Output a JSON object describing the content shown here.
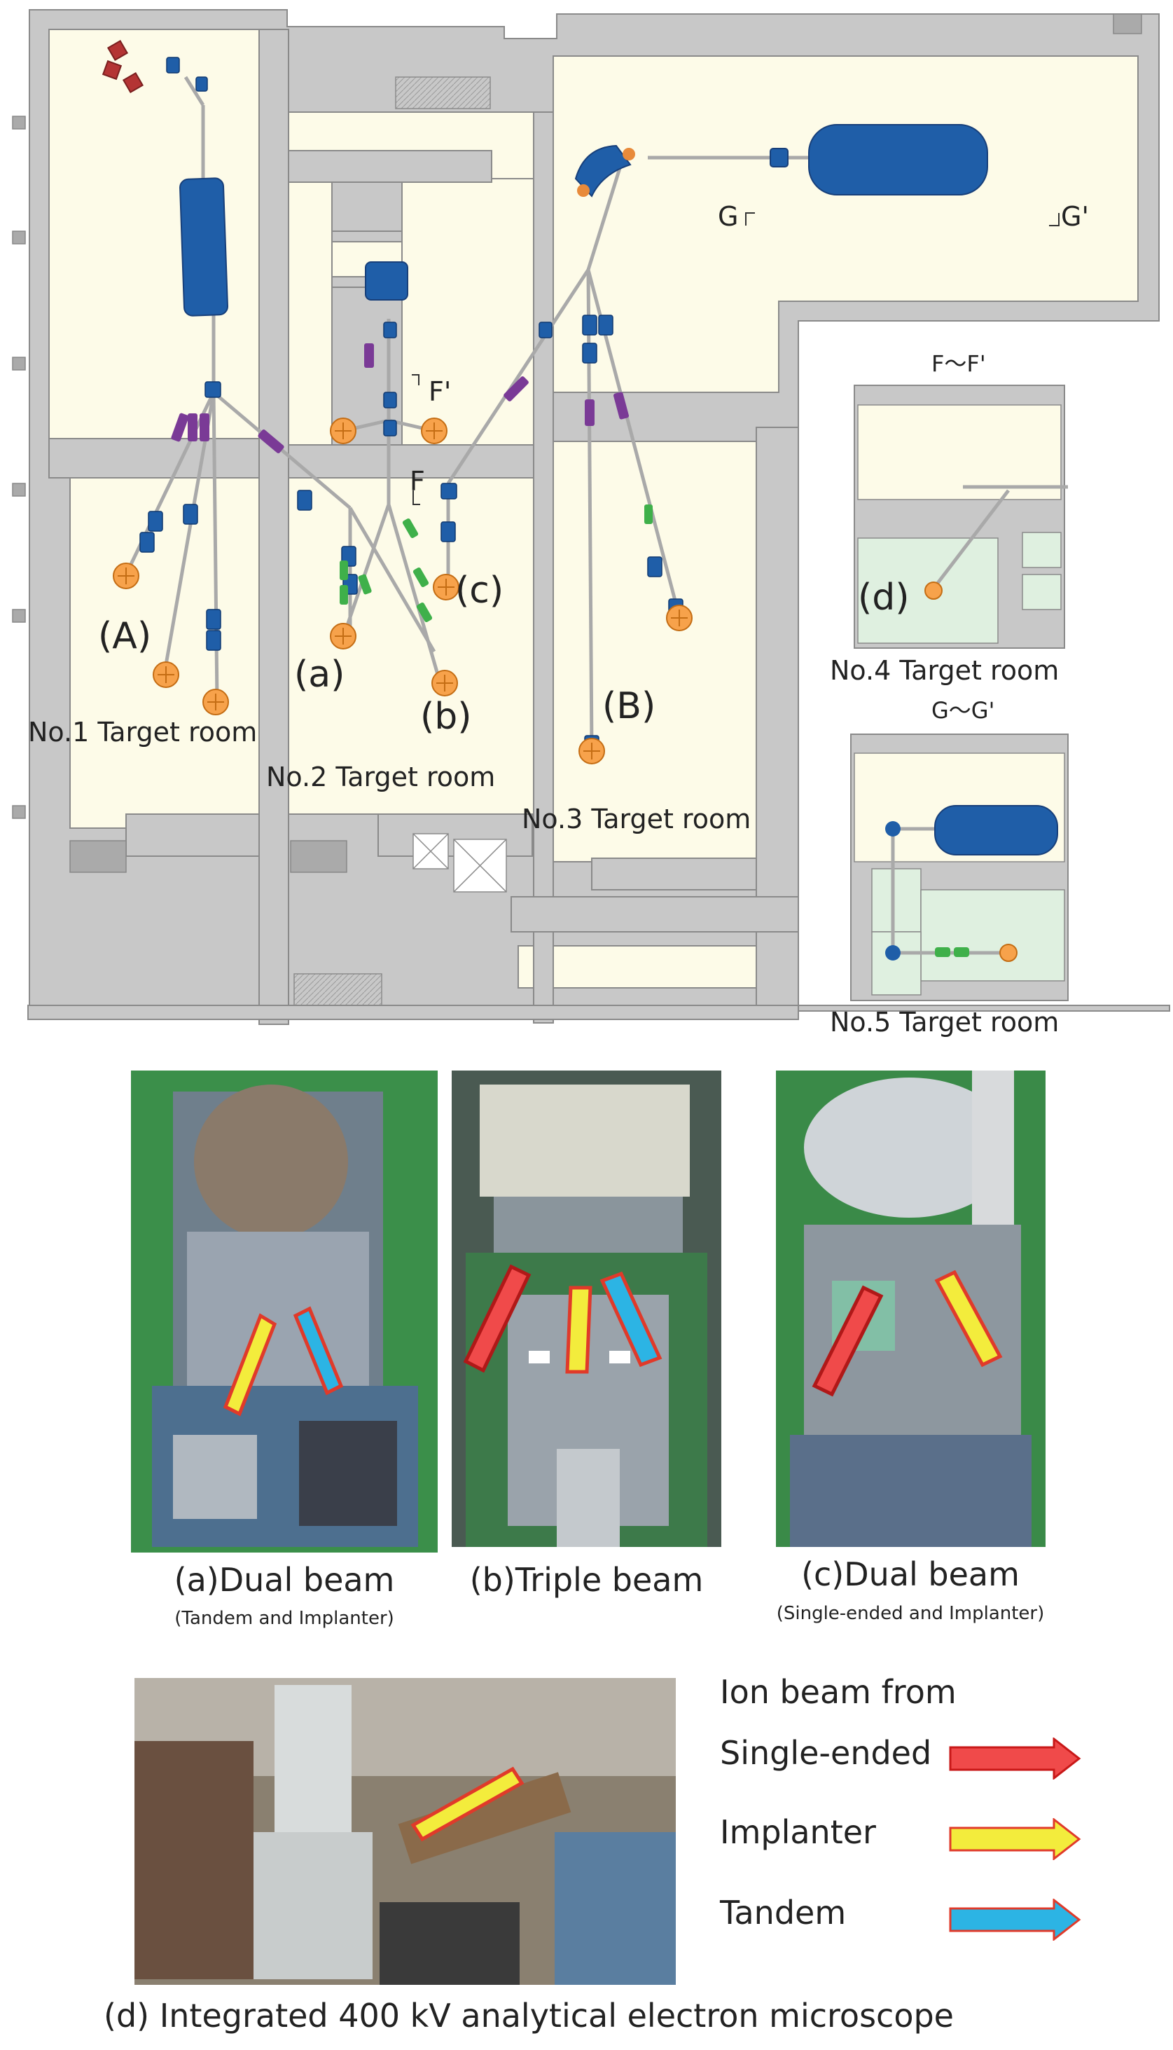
{
  "labels": {
    "A": "(A)",
    "a": "(a)",
    "b": "(b)",
    "c": "(c)",
    "B": "(B)",
    "d": "(d)",
    "F": "F",
    "F_prime": "F'",
    "G": "G",
    "G_prime": "G'"
  },
  "rooms": {
    "no1": "No.1 Target room",
    "no2": "No.2 Target room",
    "no3": "No.3 Target room",
    "no4": "No.4 Target room",
    "no5": "No.5 Target room"
  },
  "sections": {
    "ff": "F～F'",
    "gg": "G～G'"
  },
  "photos": {
    "a": {
      "caption": "(a)Dual beam",
      "sub": "(Tandem and Implanter)"
    },
    "b": {
      "caption": "(b)Triple beam"
    },
    "c": {
      "caption": "(c)Dual beam",
      "sub": "(Single-ended and Implanter)"
    },
    "d": {
      "caption": "(d) Integrated 400 kV analytical electron microscope"
    }
  },
  "legend": {
    "title": "Ion beam from",
    "items": [
      {
        "label": "Single-ended",
        "color": "#f04a4a"
      },
      {
        "label": "Implanter",
        "color": "#f3ec3c"
      },
      {
        "label": "Tandem",
        "color": "#2cb4e4"
      }
    ]
  },
  "colors": {
    "wall": "#c8c8c8",
    "floor": "#fdfbe8",
    "magnet": "#1f5ea8",
    "target": "#f7a24b"
  }
}
